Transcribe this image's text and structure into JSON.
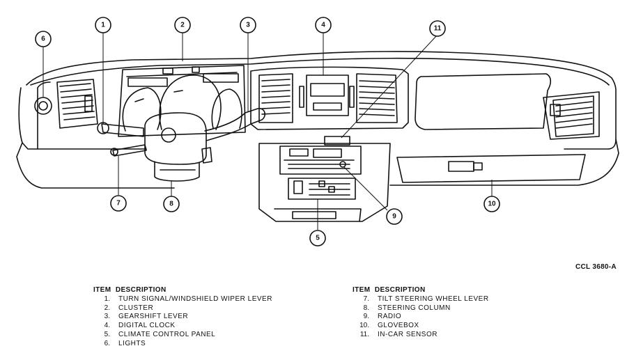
{
  "figure": {
    "reference_code": "CCL 3680-A",
    "callouts": [
      "1",
      "2",
      "3",
      "4",
      "5",
      "6",
      "7",
      "8",
      "9",
      "10",
      "11"
    ]
  },
  "legend": {
    "header": "ITEM  DESCRIPTION",
    "left": [
      {
        "num": "1.",
        "desc": "TURN SIGNAL/WINDSHIELD WIPER LEVER"
      },
      {
        "num": "2.",
        "desc": "CLUSTER"
      },
      {
        "num": "3.",
        "desc": "GEARSHIFT LEVER"
      },
      {
        "num": "4.",
        "desc": "DIGITAL CLOCK"
      },
      {
        "num": "5.",
        "desc": "CLIMATE CONTROL PANEL"
      },
      {
        "num": "6.",
        "desc": "LIGHTS"
      }
    ],
    "right": [
      {
        "num": "7.",
        "desc": "TILT STEERING WHEEL LEVER"
      },
      {
        "num": "8.",
        "desc": "STEERING COLUMN"
      },
      {
        "num": "9.",
        "desc": "RADIO"
      },
      {
        "num": "10.",
        "desc": "GLOVEBOX"
      },
      {
        "num": "11.",
        "desc": "IN-CAR SENSOR"
      }
    ]
  }
}
